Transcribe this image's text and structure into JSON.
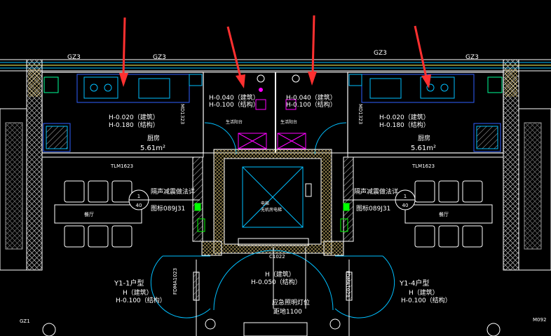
{
  "drawing": {
    "grid_tags": [
      "GZ3",
      "GZ3",
      "GZ3",
      "GZ3"
    ],
    "unit_left": {
      "elev_1": "H-0.020（建筑）",
      "elev_2": "H-0.180（结构）",
      "room": "厨房",
      "area": "5.61m²",
      "door": "MD1323",
      "window": "TLM1623",
      "note": "隔声减震做法详",
      "ref": "图标089J31",
      "index_top": "1",
      "index_bottom": "40",
      "living": "餐厅",
      "type": "Y1-1户型",
      "elev_3": "H（建筑）",
      "elev_4": "H-0.100（结构）",
      "side_tag": "GZ1"
    },
    "unit_right": {
      "elev_1": "H-0.020（建筑）",
      "elev_2": "H-0.180（结构）",
      "room": "厨房",
      "area": "5.61m²",
      "door": "MD1323",
      "window": "TLM1623",
      "note": "隔声减震做法详",
      "ref": "图标089J31",
      "index_top": "1",
      "index_bottom": "40",
      "living": "餐厅",
      "type": "Y1-4户型",
      "elev_3": "H（建筑）",
      "elev_4": "H-0.100（结构）",
      "side_tag": "M092"
    },
    "shaft_left": {
      "elev_1": "H-0.040（建筑）",
      "elev_2": "H-0.100（结构）",
      "label": "生活阳台"
    },
    "shaft_right": {
      "elev_1": "H-0.040（建筑）",
      "elev_2": "H-0.100（结构）",
      "label": "生活阳台"
    },
    "elevator": {
      "label_1": "电梯",
      "label_2": "无机房电梯"
    },
    "corridor": {
      "door_tag": "C1022",
      "elev_1": "H（建筑）",
      "elev_2": "H-0.050（结构）",
      "fire_door_left": "FDMA1023",
      "fire_door_right": "FDMA1023",
      "note_1": "应急照明灯位",
      "note_2": "距地1100"
    },
    "colors": {
      "background": "#000000",
      "wall": "#ffffff",
      "fixture": "#00bfff",
      "annotation": "#ff3030",
      "hatch": "#c8c8c8",
      "magenta": "#ff00ff",
      "green": "#00ff00",
      "yellow": "#ffff66"
    },
    "annotation_icons": [
      "red-arrow-icon",
      "red-arrow-icon",
      "red-arrow-icon",
      "red-arrow-icon"
    ]
  }
}
